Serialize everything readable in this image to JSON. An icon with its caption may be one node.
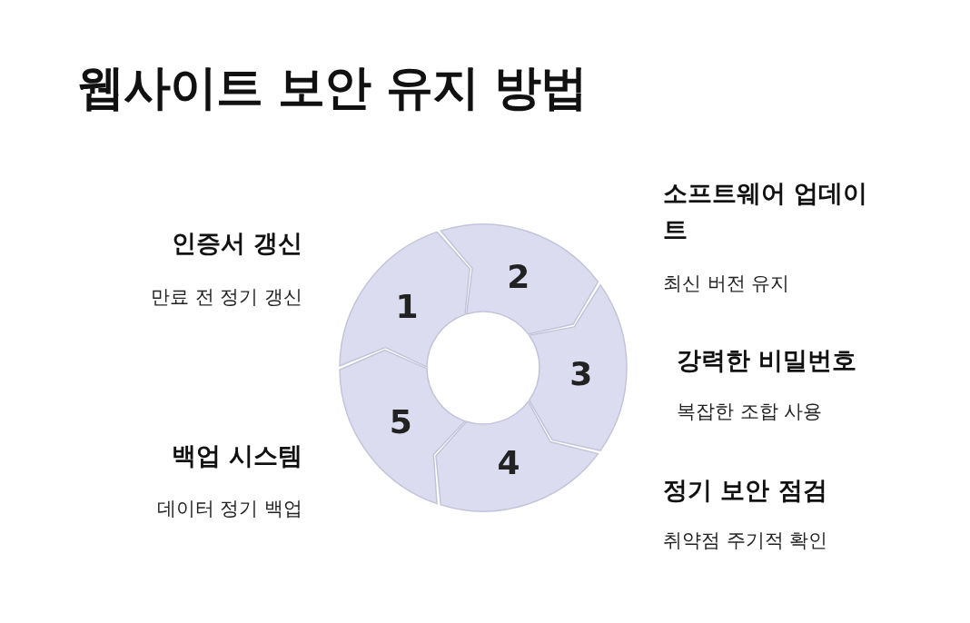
{
  "diagram": {
    "title": "웹사이트 보안 유지 방법",
    "nodes": [
      {
        "text": [
          "1"
        ],
        "beside": [
          "인증서 갱신",
          "만료 전 정기 갱신"
        ]
      },
      {
        "text": [
          "2"
        ],
        "beside": [
          "소프트웨어 업데이트",
          "최신 버전 유지"
        ]
      },
      {
        "text": [
          "3"
        ],
        "beside": [
          "강력한 비밀번호",
          "복잡한 조합 사용"
        ]
      },
      {
        "text": [
          "4"
        ],
        "beside": [
          "정기 보안 점검",
          "취약점 주기적 확인"
        ]
      },
      {
        "text": [
          "5"
        ],
        "beside": [
          "백업 시스템",
          "데이터 정기 백업"
        ]
      }
    ]
  }
}
